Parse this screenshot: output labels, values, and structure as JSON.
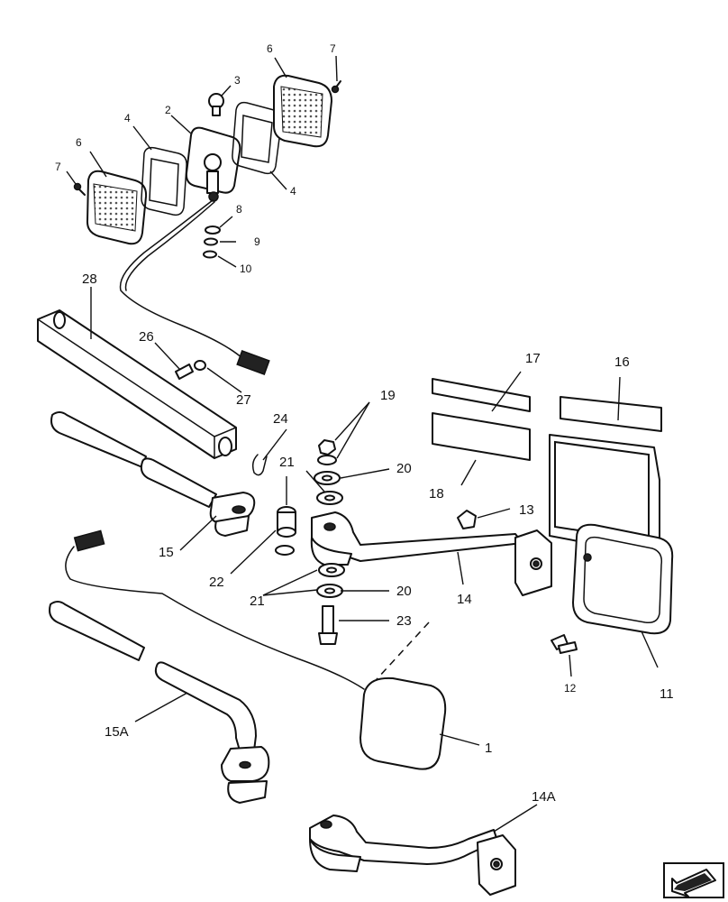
{
  "callouts": {
    "c1": "1",
    "c2": "2",
    "c3": "3",
    "c4a": "4",
    "c4b": "4",
    "c6a": "6",
    "c6b": "6",
    "c7a": "7",
    "c7b": "7",
    "c8": "8",
    "c9": "9",
    "c10": "10",
    "c11": "11",
    "c12": "12",
    "c13": "13",
    "c14": "14",
    "c14a": "14A",
    "c15": "15",
    "c15a": "15A",
    "c16": "16",
    "c17": "17",
    "c18": "18",
    "c19": "19",
    "c20a": "20",
    "c20b": "20",
    "c21a": "21",
    "c21b": "21",
    "c22": "22",
    "c23": "23",
    "c24": "24",
    "c26": "26",
    "c27": "27",
    "c28": "28"
  },
  "icons": {
    "nav_arrow": "next-page-arrow-icon"
  },
  "colors": {
    "ink": "#111111",
    "paper": "#ffffff",
    "shade": "#d8d8d8"
  }
}
